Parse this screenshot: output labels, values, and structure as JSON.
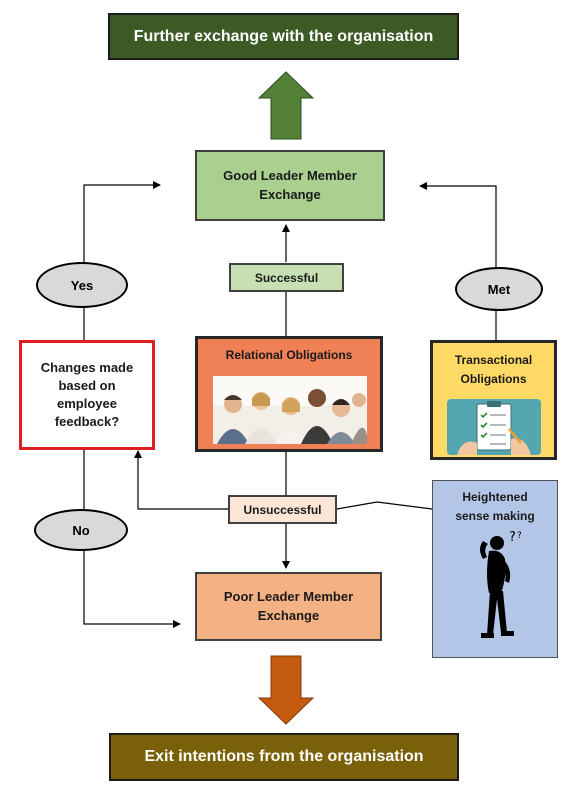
{
  "top_box": {
    "label": "Further exchange with the organisation",
    "color": "#3b5a24"
  },
  "bottom_box": {
    "label": "Exit intentions from the organisation",
    "color": "#7a6109"
  },
  "good_lmx": {
    "label": "Good Leader Member Exchange",
    "color": "#a9d08e"
  },
  "poor_lmx": {
    "label": "Poor Leader Member Exchange",
    "color": "#f4b183"
  },
  "successful": {
    "label": "Successful",
    "color": "#c6e0b4"
  },
  "unsuccessful": {
    "label": "Unsuccessful",
    "color": "#fbe5d6"
  },
  "relational": {
    "label": "Relational Obligations",
    "color": "#f08055"
  },
  "transactional": {
    "label": "Transactional Obligations",
    "color": "#ffd966"
  },
  "changes": {
    "label": "Changes made based on employee feedback?"
  },
  "sense_making": {
    "label": "Heightened sense making",
    "color": "#b4c6e7"
  },
  "yes_label": "Yes",
  "no_label": "No",
  "met_label": "Met",
  "arrow_up_color": "#538135",
  "arrow_down_color": "#c55a11",
  "icons": [
    "team-photo",
    "checklist-icon",
    "confused-person-icon"
  ]
}
